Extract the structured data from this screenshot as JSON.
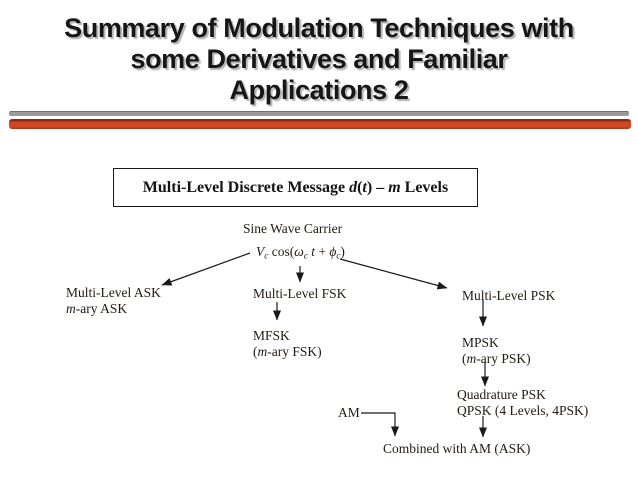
{
  "slide": {
    "title_lines": [
      "Summary of Modulation Techniques with",
      "some Derivatives and Familiar",
      "Applications 2"
    ]
  },
  "colors": {
    "title_ink": "#161616",
    "accent_bar": "#cf4723",
    "gray_bar": "#9b9b9b",
    "diagram_ink": "#221a12"
  },
  "message_box": {
    "rich": [
      {
        "t": "Multi-Level Discrete Message "
      },
      {
        "t": "d",
        "i": true
      },
      {
        "t": "("
      },
      {
        "t": "t",
        "i": true
      },
      {
        "t": ") – "
      },
      {
        "t": "m",
        "i": true
      },
      {
        "t": " Levels"
      }
    ]
  },
  "diagram": {
    "carrier_label": "Sine Wave Carrier",
    "formula_rich": [
      {
        "t": "V",
        "i": true
      },
      {
        "t": "c",
        "i": true,
        "s": true
      },
      {
        "t": " cos"
      },
      {
        "t": "("
      },
      {
        "t": "ω",
        "i": true
      },
      {
        "t": "c",
        "i": true,
        "s": true
      },
      {
        "t": " t",
        "i": true
      },
      {
        "t": " + "
      },
      {
        "t": "ϕ",
        "i": true
      },
      {
        "t": "c",
        "i": true,
        "s": true
      },
      {
        "t": ")"
      }
    ],
    "nodes": {
      "ask_line1": "Multi-Level ASK",
      "ask_line2_rich": [
        {
          "t": "m",
          "i": true
        },
        {
          "t": "-ary ASK"
        }
      ],
      "fsk_label": "Multi-Level FSK",
      "psk_label": "Multi-Level PSK",
      "mfsk_line1": "MFSK",
      "mfsk_line2_rich": [
        {
          "t": "("
        },
        {
          "t": "m",
          "i": true
        },
        {
          "t": "-ary FSK)"
        }
      ],
      "mpsk_line1": "MPSK",
      "mpsk_line2_rich": [
        {
          "t": "("
        },
        {
          "t": "m",
          "i": true
        },
        {
          "t": "-ary PSK)"
        }
      ],
      "qpsk_line1": "Quadrature PSK",
      "qpsk_line2": "QPSK (4 Levels, 4PSK)",
      "am_label": "AM",
      "combined_label": "Combined with AM (ASK)"
    },
    "connectors": [
      {
        "name": "carrier-to-ask",
        "points": [
          [
            250,
            253
          ],
          [
            162,
            285
          ]
        ]
      },
      {
        "name": "carrier-to-fsk",
        "points": [
          [
            300,
            266
          ],
          [
            300,
            282
          ]
        ]
      },
      {
        "name": "carrier-to-psk",
        "points": [
          [
            340,
            259
          ],
          [
            447,
            288
          ]
        ]
      },
      {
        "name": "fsk-to-mfsk",
        "points": [
          [
            277,
            302
          ],
          [
            277,
            320
          ]
        ]
      },
      {
        "name": "psk-to-mpsk",
        "points": [
          [
            483,
            300
          ],
          [
            483,
            326
          ]
        ]
      },
      {
        "name": "mpsk-to-qpsk",
        "points": [
          [
            485,
            361
          ],
          [
            485,
            386
          ]
        ]
      },
      {
        "name": "qpsk-to-combined",
        "points": [
          [
            483,
            416
          ],
          [
            483,
            437
          ]
        ]
      },
      {
        "name": "am-to-combined",
        "points": [
          [
            361,
            413
          ],
          [
            395,
            413
          ],
          [
            395,
            436
          ]
        ]
      }
    ]
  }
}
